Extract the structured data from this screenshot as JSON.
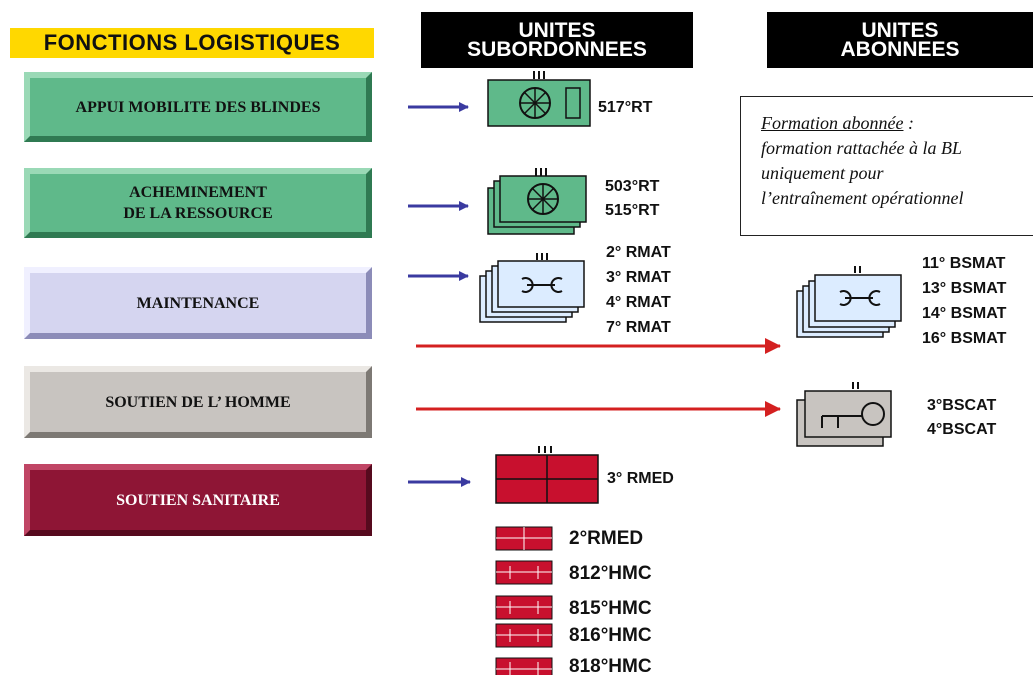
{
  "headers": {
    "functions": "FONCTIONS LOGISTIQUES",
    "subordinate_line1": "UNITES",
    "subordinate_line2": "SUBORDONNEES",
    "subscribed_line1": "UNITES",
    "subscribed_line2": "ABONNEES"
  },
  "functions": [
    {
      "label": "APPUI MOBILITE DES BLINDES",
      "color": "#5fb98a"
    },
    {
      "label_line1": "ACHEMINEMENT",
      "label_line2": "DE LA RESSOURCE",
      "color": "#5fb98a"
    },
    {
      "label": "MAINTENANCE",
      "color": "#d5d5f0"
    },
    {
      "label": "SOUTIEN DE L’ HOMME",
      "color": "#c8c4c0"
    },
    {
      "label": "SOUTIEN SANITAIRE",
      "color": "#8e1535"
    }
  ],
  "subordinate_units": {
    "mobility": "517°RT",
    "routing": [
      "503°RT",
      "515°RT"
    ],
    "maintenance": [
      "2° RMAT",
      "3° RMAT",
      "4° RMAT",
      "7° RMAT"
    ],
    "medical_regiment": "3° RMED",
    "medical_small": [
      "2°RMED",
      "812°HMC",
      "815°HMC",
      "816°HMC",
      "818°HMC"
    ]
  },
  "note": {
    "title": "Formation abonnée",
    "title_suffix": " :",
    "line2": "formation rattachée à la BL",
    "line3": "uniquement pour",
    "line4": "l’entraînement opérationnel"
  },
  "subscribed_units": {
    "maintenance": [
      "11° BSMAT",
      "13° BSMAT",
      "14° BSMAT",
      "16° BSMAT"
    ],
    "support": [
      "3°BSCAT",
      "4°BSCAT"
    ]
  },
  "colors": {
    "blue_arrow": "#3a3aa0",
    "red_arrow": "#d42020",
    "green_unit": "#5fb98a",
    "blue_unit": "#dcecff",
    "grey_unit": "#c8c4c0",
    "red_unit": "#c8102e"
  },
  "icons": {
    "mobility": "wheel-icon",
    "maintenance": "wrench-icon",
    "support": "key-icon",
    "medical": "medical-unit-icon"
  }
}
